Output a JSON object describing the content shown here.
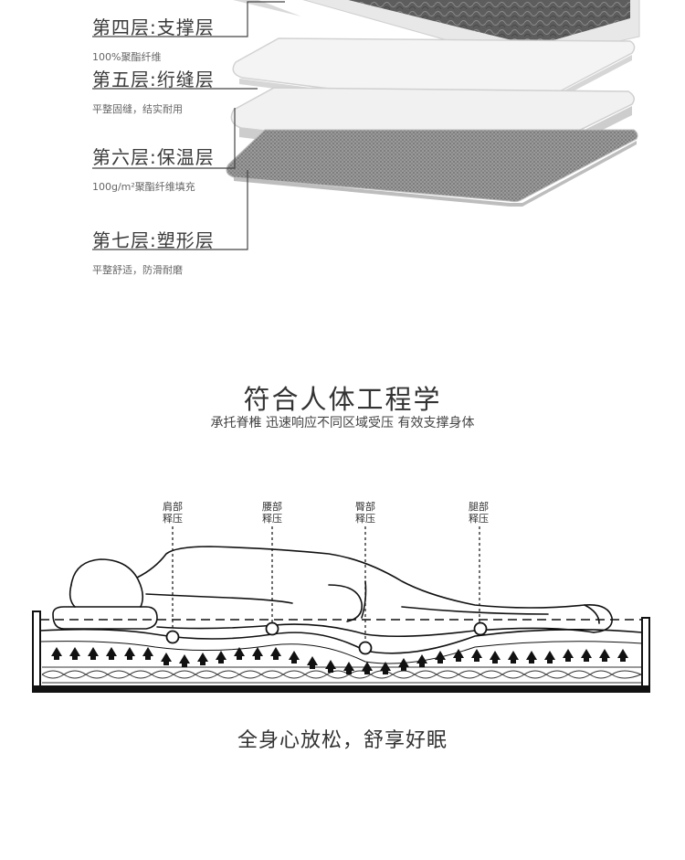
{
  "layers": [
    {
      "title": "第四层:支撑层",
      "desc": "100%聚酯纤维"
    },
    {
      "title": "第五层:绗缝层",
      "desc": "平整固缝，结实耐用"
    },
    {
      "title": "第六层:保温层",
      "desc": "100g/m²聚酯纤维填充"
    },
    {
      "title": "第七层:塑形层",
      "desc": "平整舒适，防滑耐磨"
    }
  ],
  "ergonomics": {
    "title": "符合人体工程学",
    "subtitle": "承托脊椎 迅速响应不同区域受压 有效支撑身体",
    "zones": [
      {
        "line1": "肩部",
        "line2": "释压"
      },
      {
        "line1": "腰部",
        "line2": "释压"
      },
      {
        "line1": "臀部",
        "line2": "释压"
      },
      {
        "line1": "腿部",
        "line2": "释压"
      }
    ]
  },
  "closing": "全身心放松，舒享好眠"
}
